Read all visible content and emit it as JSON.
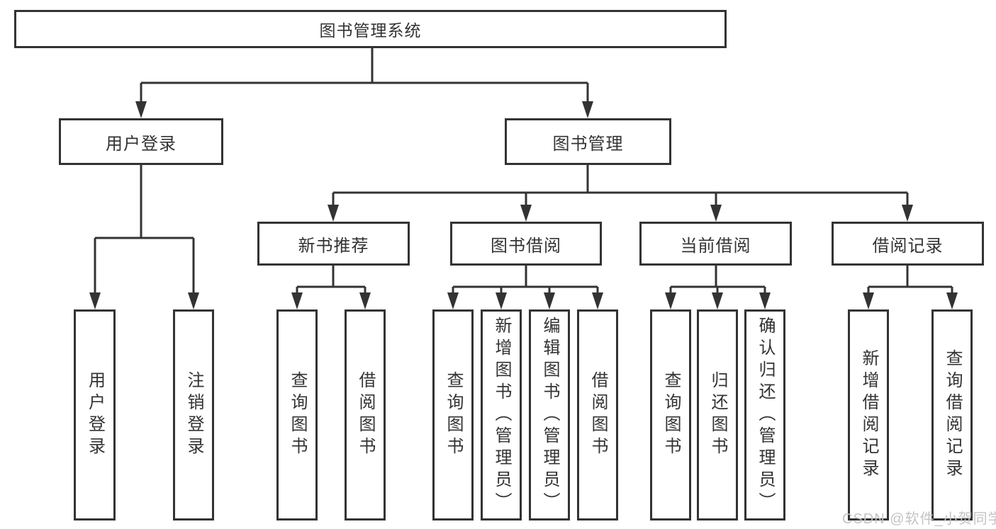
{
  "page": {
    "background_color": "#ffffff",
    "line_color": "#333333",
    "text_color": "#333333"
  },
  "tree": {
    "root": {
      "label": "图书管理系统"
    },
    "branches": [
      {
        "label": "用户登录",
        "children": [
          {
            "label": "用户登录"
          },
          {
            "label": "注销登录"
          }
        ]
      },
      {
        "label": "图书管理",
        "sections": [
          {
            "label": "新书推荐",
            "children": [
              {
                "label": "查询图书"
              },
              {
                "label": "借阅图书"
              }
            ]
          },
          {
            "label": "图书借阅",
            "children": [
              {
                "label": "查询图书"
              },
              {
                "label": "新增图书（管理员）"
              },
              {
                "label": "编辑图书（管理员）"
              },
              {
                "label": "借阅图书"
              }
            ]
          },
          {
            "label": "当前借阅",
            "children": [
              {
                "label": "查询图书"
              },
              {
                "label": "归还图书"
              },
              {
                "label": "确认归还（管理员）"
              }
            ]
          },
          {
            "label": "借阅记录",
            "children": [
              {
                "label": "新增借阅记录"
              },
              {
                "label": "查询借阅记录"
              }
            ]
          }
        ]
      }
    ]
  },
  "watermark": {
    "text": "CSDN @软件_小贺同学",
    "color": "#c4c4c4"
  }
}
